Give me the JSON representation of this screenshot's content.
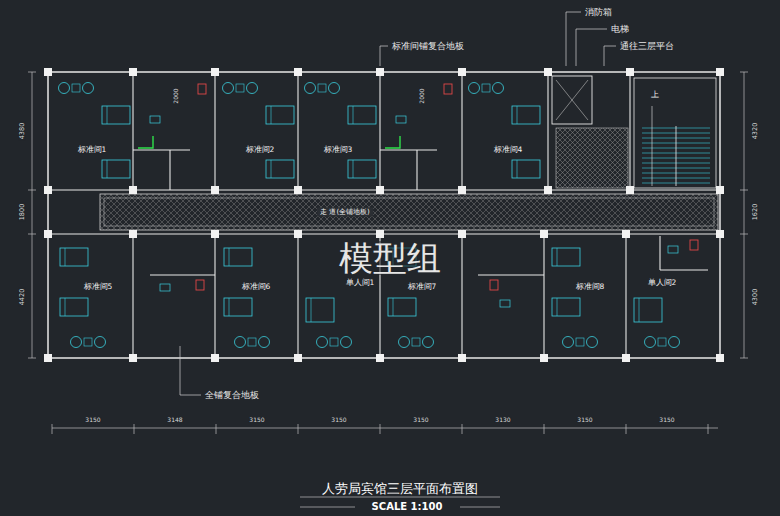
{
  "diagram": {
    "title": "人劳局宾馆三层平面布置图",
    "caption": "SCALE 1:100",
    "nodes": [
      {
        "text": [
          "标准间1"
        ]
      },
      {
        "text": [
          "标准间2"
        ]
      },
      {
        "text": [
          "标准间3"
        ]
      },
      {
        "text": [
          "标准间4"
        ]
      },
      {
        "text": [
          "上"
        ]
      },
      {
        "text": [
          "走 道(全铺地板)"
        ]
      },
      {
        "text": [
          "标准间5"
        ]
      },
      {
        "text": [
          "标准间6"
        ]
      },
      {
        "text": [
          "单人间1"
        ]
      },
      {
        "text": [
          "标准间7"
        ]
      },
      {
        "text": [
          "标准间8"
        ]
      },
      {
        "text": [
          "单人间2"
        ]
      }
    ],
    "labels": [
      "标准间铺复合地板",
      "消防箱",
      "电梯",
      "通往三层平台",
      "2000",
      "2000",
      "模型组",
      "全铺复合地板",
      "4380",
      "1800",
      "4420",
      "4320",
      "1620",
      "4300",
      "3150",
      "3148",
      "3150",
      "3150",
      "3150",
      "3130",
      "3150",
      "3150"
    ]
  }
}
